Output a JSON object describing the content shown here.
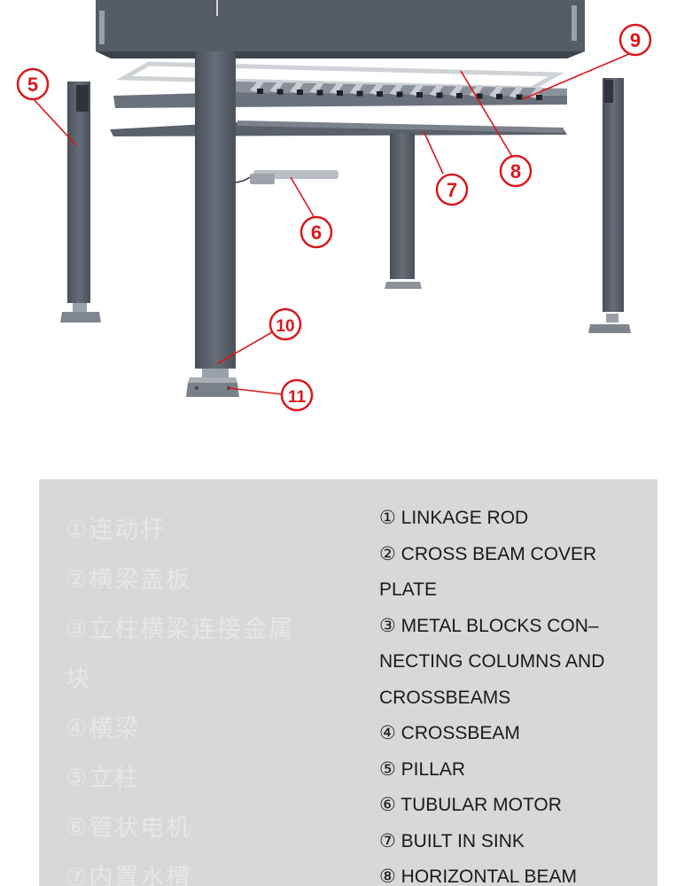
{
  "callouts": [
    {
      "number": "5"
    },
    {
      "number": "9"
    },
    {
      "number": "8"
    },
    {
      "number": "7"
    },
    {
      "number": "6"
    },
    {
      "number": "10"
    },
    {
      "number": "11"
    }
  ],
  "colors": {
    "frame": "#545b66",
    "frame_light": "#6d7480",
    "frame_dark": "#3e444d",
    "callout_red": "#d8181c",
    "panel_bg": "#d8d8d8"
  },
  "legend": {
    "chinese": [
      "①连动杆",
      "②横梁盖板",
      "③立柱横梁连接金属",
      "块",
      "④横梁",
      "⑤立柱",
      "⑥管状电机",
      "⑦内置水槽"
    ],
    "english": [
      "① LINKAGE ROD",
      "② CROSS BEAM COVER",
      "PLATE",
      "③ METAL BLOCKS CON–",
      "NECTING COLUMNS AND",
      "CROSSBEAMS",
      "④ CROSSBEAM",
      "⑤ PILLAR",
      "⑥ TUBULAR MOTOR",
      "⑦ BUILT IN SINK",
      "⑧ HORIZONTAL BEAM"
    ]
  }
}
